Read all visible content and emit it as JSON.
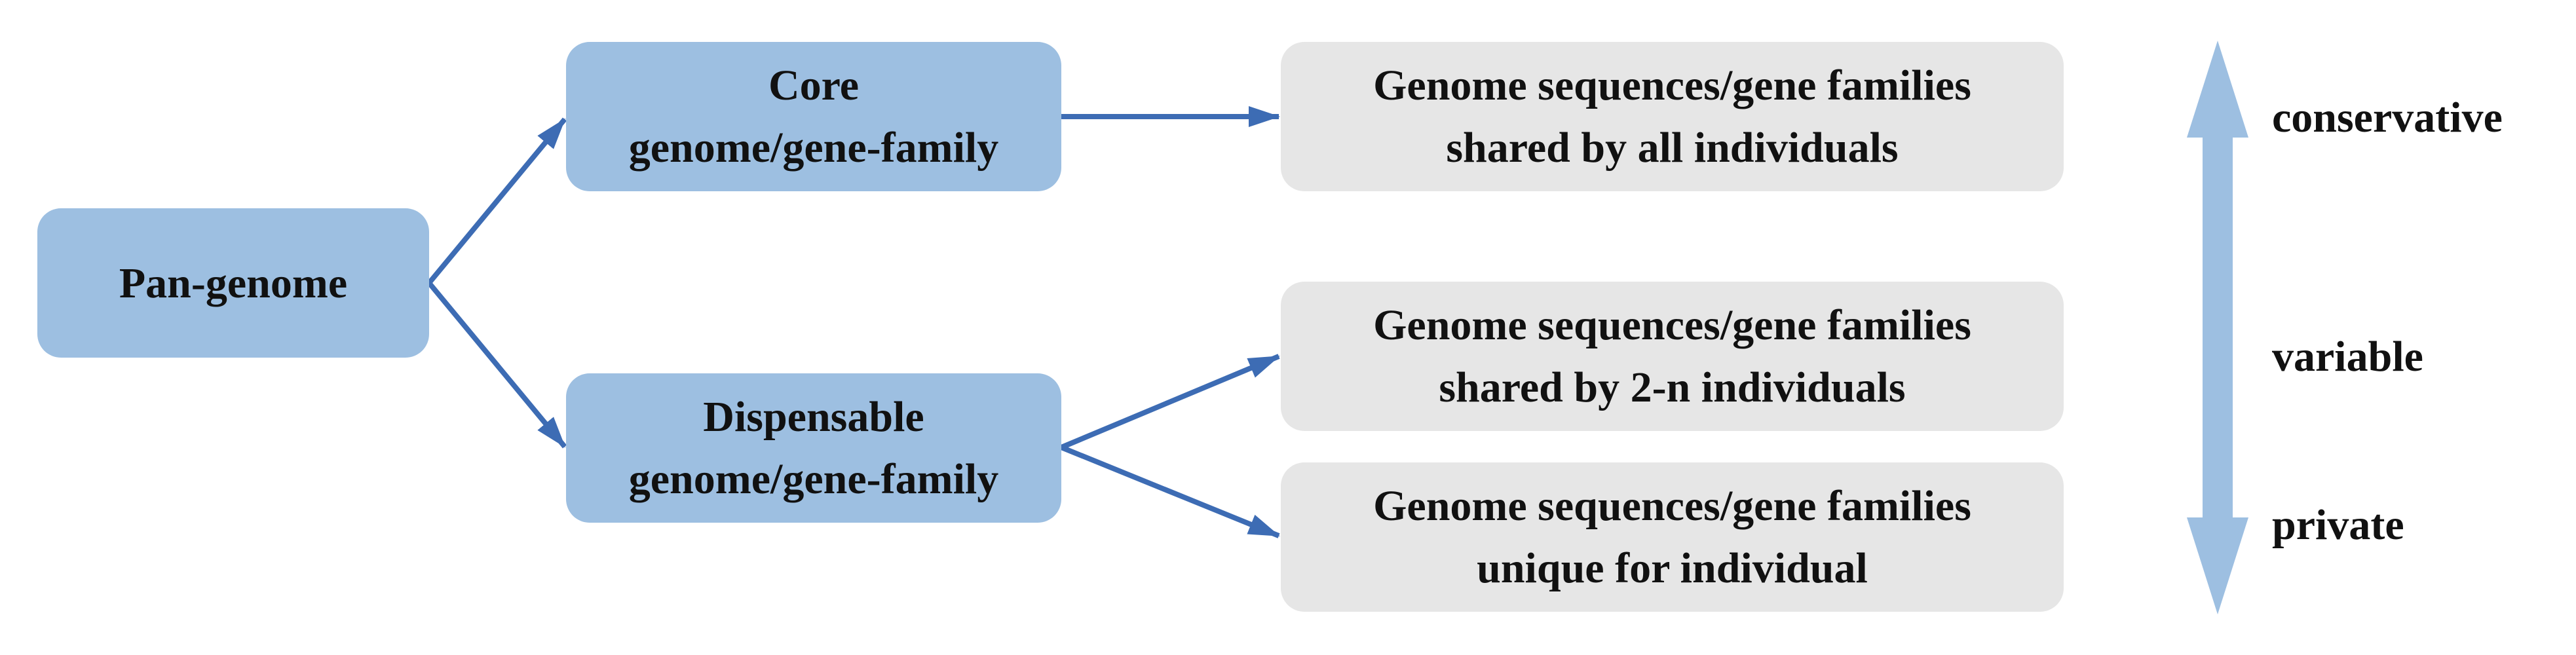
{
  "diagram": {
    "root": {
      "label": "Pan-genome"
    },
    "branches": [
      {
        "line1": "Core",
        "line2": "genome/gene-family"
      },
      {
        "line1": "Dispensable",
        "line2": "genome/gene-family"
      }
    ],
    "outcomes": [
      {
        "line1": "Genome sequences/gene families",
        "line2": "shared by all individuals"
      },
      {
        "line1": "Genome sequences/gene families",
        "line2": "shared by 2-n individuals"
      },
      {
        "line1": "Genome sequences/gene families",
        "line2": "unique for individual"
      }
    ],
    "scale": {
      "top_label": "conservative",
      "middle_label": "variable",
      "bottom_label": "private"
    },
    "colors": {
      "node_fill": "#9dbfe1",
      "outcome_fill": "#e6e6e6",
      "connector": "#3d6cb4",
      "scale_arrow": "#9dbfe1"
    }
  }
}
